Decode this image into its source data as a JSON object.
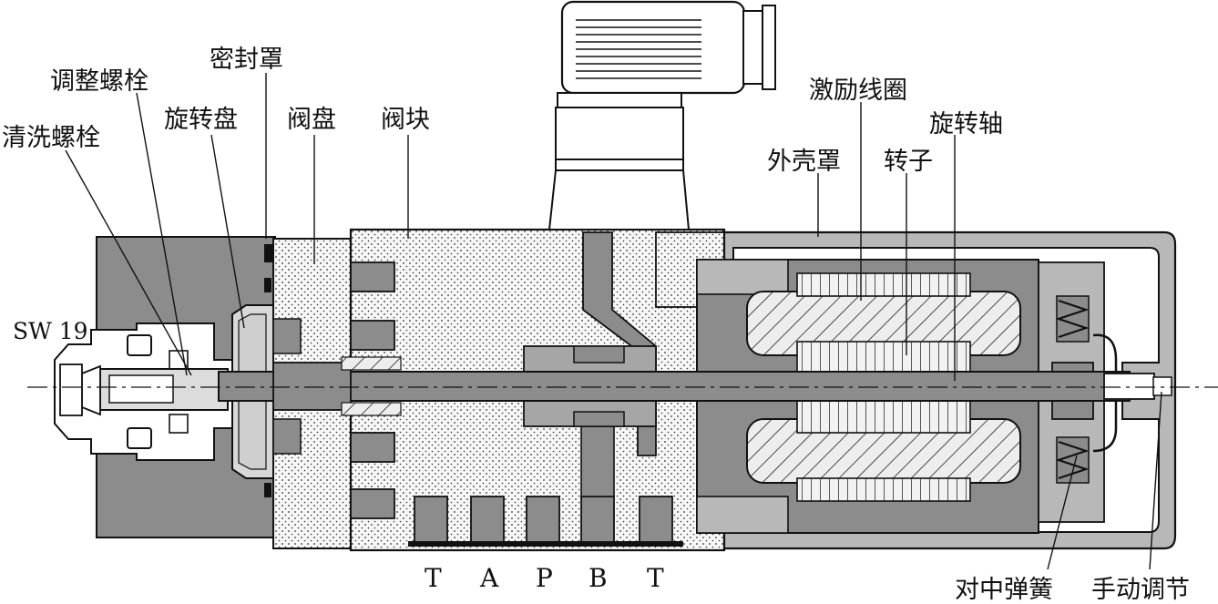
{
  "labels": {
    "cleaning_bolt": "清洗螺栓",
    "adjust_bolt": "调整螺栓",
    "rotary_disc": "旋转盘",
    "seal_cover": "密封罩",
    "valve_disc": "阀盘",
    "valve_block": "阀块",
    "coil": "激励线圈",
    "shaft": "旋转轴",
    "housing": "外壳罩",
    "rotor": "转子",
    "centering_spring": "对中弹簧",
    "manual_adjust": "手动调节",
    "sw": "SW 19"
  },
  "ports": [
    "T",
    "A",
    "P",
    "B",
    "T"
  ],
  "colors": {
    "dark_gray": "#8c8c8c",
    "mid_gray": "#b4b4b4",
    "light_gray": "#d2d2d2",
    "stipple_bg": "#f4f4f4",
    "outline": "#111111"
  }
}
